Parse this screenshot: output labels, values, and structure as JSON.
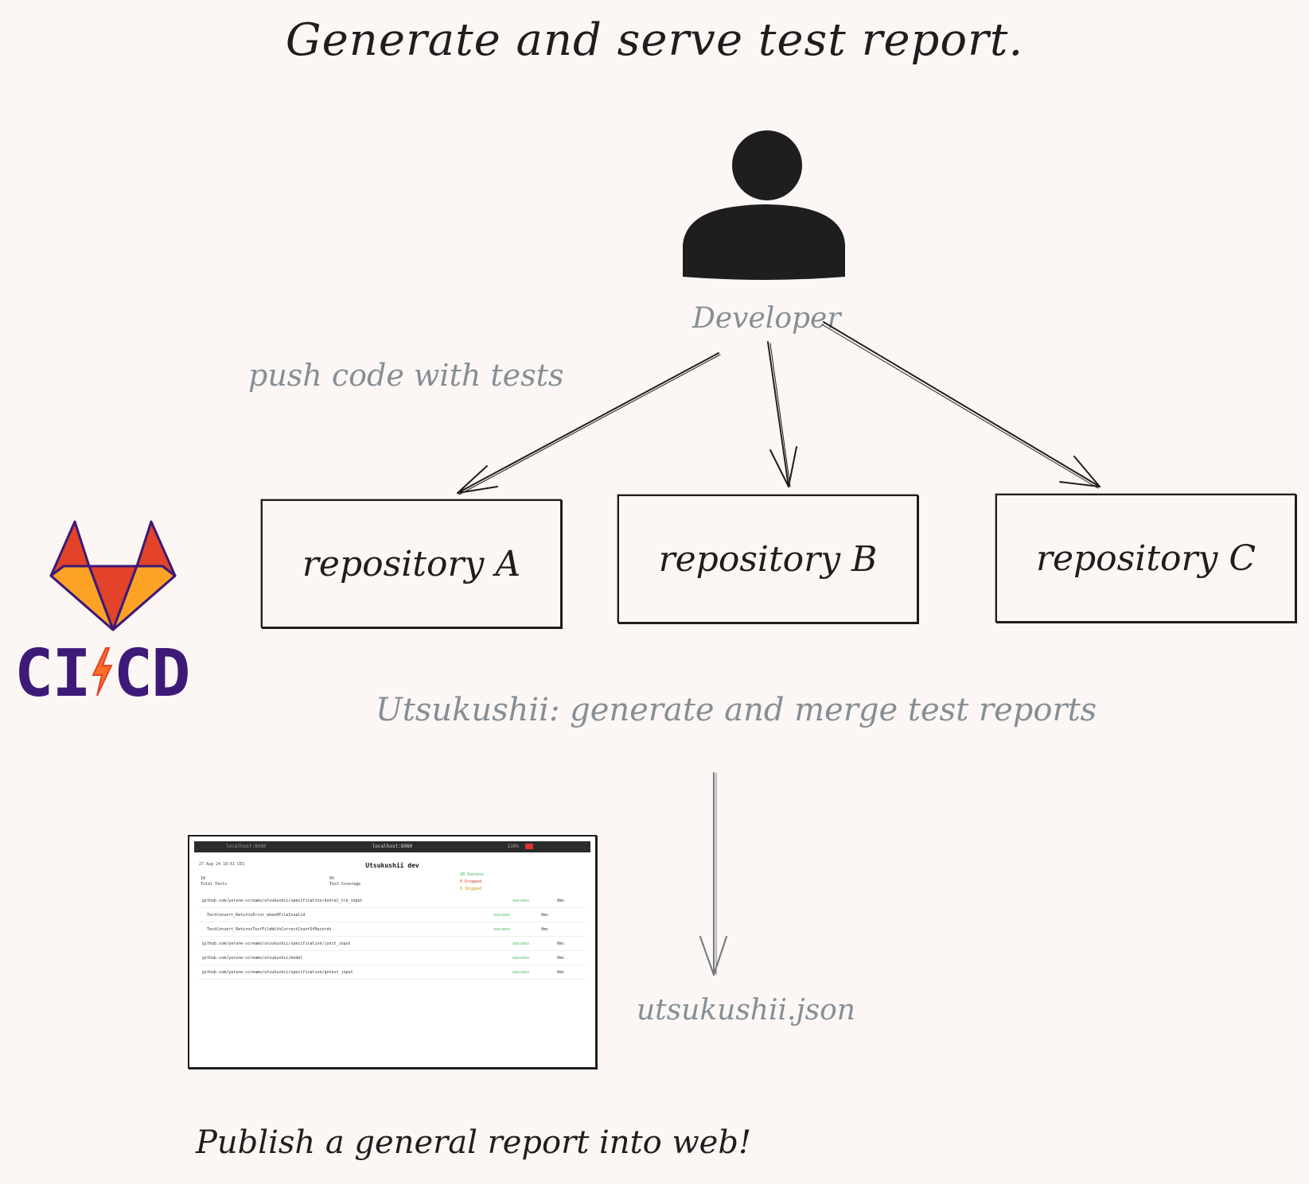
{
  "title": "Generate and serve test report.",
  "developer": {
    "label": "Developer",
    "icon": "person-icon"
  },
  "push_label": "push code with tests",
  "repositories": [
    {
      "label": "repository A"
    },
    {
      "label": "repository B"
    },
    {
      "label": "repository C"
    }
  ],
  "cicd": {
    "logo": "gitlab-fox-icon",
    "text_left": "CI",
    "text_right": "CD",
    "color": "#3d1a78"
  },
  "utsukushii_label": "Utsukushii: generate and merge test reports",
  "json_label": "utsukushii.json",
  "report_preview": {
    "url": "localhost:8080",
    "tab_url": "localhost:8080",
    "zoom": "110%",
    "app_title": "Utsukushii dev",
    "date": "27 Aug 24 10:51 CES",
    "total_tests_value": "10",
    "total_tests_label": "Total Tests",
    "coverage_value": "0%",
    "coverage_label": "Test Coverage",
    "legend": [
      "10 Success",
      "0 Dropped",
      "0 Skipped"
    ],
    "rows": [
      {
        "path": "github.com/yarvne-screamo/utsukushii/specification/dshrel_tre_input",
        "status": "success",
        "duration": "0ms",
        "sub": false
      },
      {
        "path": "TestConvert_ReturnsError_when0FileInvalid",
        "status": "success",
        "duration": "0ms",
        "sub": true
      },
      {
        "path": "TestConvert_ReturnsTestFileWithCorrectCountOfRecords",
        "status": "success",
        "duration": "0ms",
        "sub": true
      },
      {
        "path": "github.com/yarvne-screamo/utsukushii/specification/junit_input",
        "status": "success",
        "duration": "0ms",
        "sub": false
      },
      {
        "path": "github.com/yarvne-screamo/utsukushii/model",
        "status": "success",
        "duration": "0ms",
        "sub": false
      },
      {
        "path": "github.com/yarvne-screamo/utsukushii/specification/gotest_input",
        "status": "success",
        "duration": "0ms",
        "sub": false
      }
    ]
  },
  "publish_label": "Publish a general report into web!",
  "colors": {
    "background": "#fcf7f4",
    "stroke": "#1e1e1e",
    "muted": "#868e96"
  }
}
